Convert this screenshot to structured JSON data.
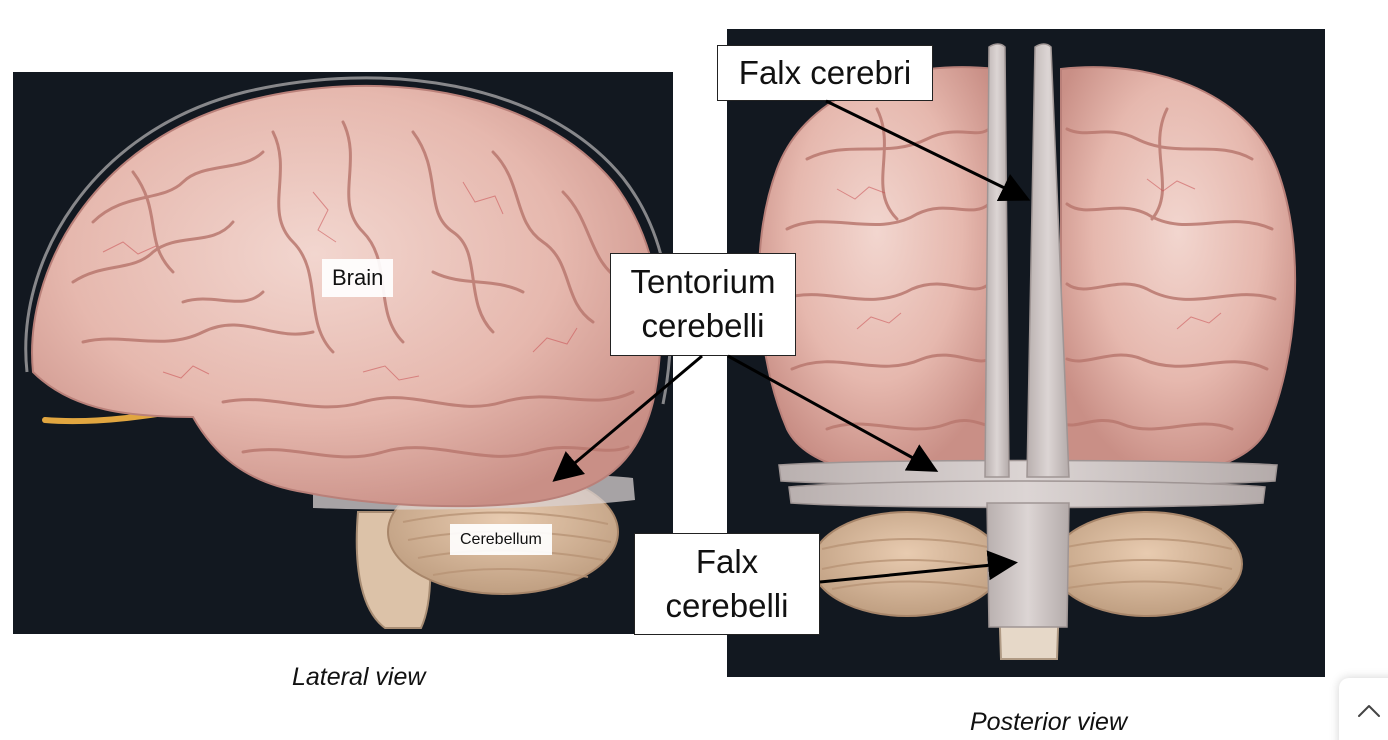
{
  "labels": {
    "brain": "Brain",
    "cerebellum": "Cerebellum",
    "falx_cerebri": "Falx cerebri",
    "tentorium_line1": "Tentorium",
    "tentorium_line2": "cerebelli",
    "falx_cerebelli_line1": "Falx",
    "falx_cerebelli_line2": "cerebelli"
  },
  "captions": {
    "lateral": "Lateral view",
    "posterior": "Posterior view"
  },
  "icons": {
    "scroll_top": "chevron-up-icon"
  },
  "colors": {
    "panel_background": "#121820",
    "brain_tissue": "#e6b8ae",
    "dura": "#cfc7c6",
    "cerebellum": "#d8b99a",
    "nerve": "#e1a640"
  }
}
